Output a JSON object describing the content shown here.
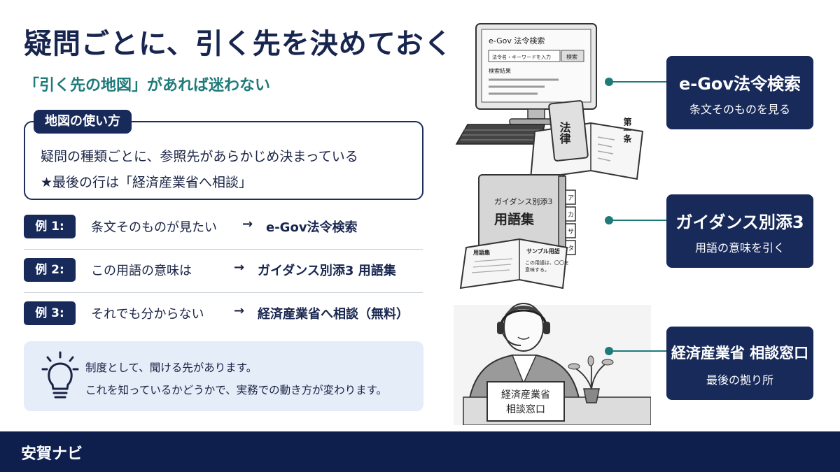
{
  "title": "疑問ごとに、引く先を決めておく",
  "subtitle": "「引く先の地図」があれば迷わない",
  "map": {
    "tag": "地図の使い方",
    "line1": "疑問の種類ごとに、参照先があらかじめ決まっている",
    "line2": "★最後の行は「経済産業省へ相談」"
  },
  "examples": [
    {
      "label": "例 1:",
      "question": "条文そのものが見たい",
      "arrow": "→",
      "answer": "e-Gov法令検索"
    },
    {
      "label": "例 2:",
      "question": "この用語の意味は",
      "arrow": "→",
      "answer": "ガイダンス別添3 用語集"
    },
    {
      "label": "例 3:",
      "question": "それでも分からない",
      "arrow": "→",
      "answer": "経済産業省へ相談（無料）"
    }
  ],
  "tip": {
    "icon": "lightbulb-icon",
    "line1": "制度として、聞ける先があります。",
    "line2": "これを知っているかどうかで、実務での動き方が変わります。"
  },
  "illustration": {
    "computer": {
      "site_title": "e-Gov 法令検索",
      "search_placeholder": "法令名・キーワードを入力",
      "search_button": "検索",
      "results_label": "検索結果"
    },
    "law_book": {
      "cover": "法律",
      "page_text": "第一条"
    },
    "guidance_book": {
      "cover_title": "ガイダンス別添3",
      "cover_main": "用語集",
      "tabs": [
        "ア",
        "カ",
        "サ",
        "タ"
      ],
      "open_left": "用語集",
      "open_right_title": "サンプル用語",
      "open_right_line1": "この用語は、〇〇を",
      "open_right_line2": "意味する。"
    },
    "desk_sign": {
      "line1": "経済産業省",
      "line2": "相談窓口"
    }
  },
  "cards": [
    {
      "title": "e-Gov法令検索",
      "sub": "条文そのものを見る"
    },
    {
      "title": "ガイダンス別添3",
      "sub": "用語の意味を引く"
    },
    {
      "title": "経済産業省 相談窓口",
      "sub": "最後の拠り所"
    }
  ],
  "footer": "安賀ナビ",
  "colors": {
    "navy": "#182a5a",
    "teal": "#1f7a7a",
    "tip_bg": "#e4edf8",
    "footer": "#0e1e4d"
  }
}
